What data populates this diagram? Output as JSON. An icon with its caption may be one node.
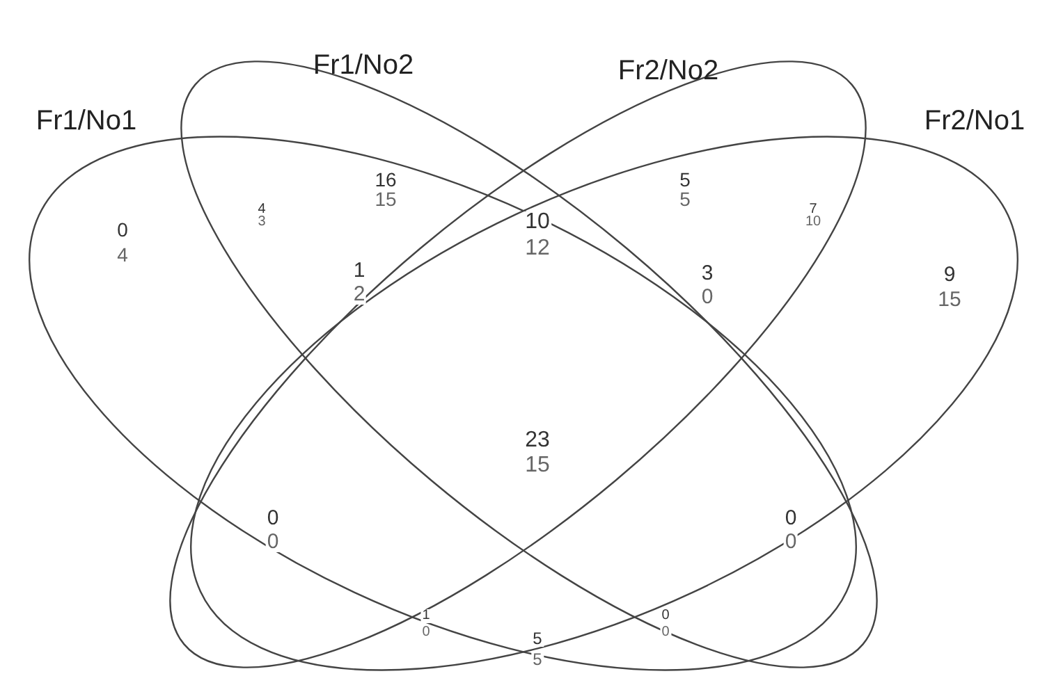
{
  "diagram": {
    "nodes": [
      {
        "text": [
          "Fr1/No1"
        ]
      },
      {
        "text": [
          "Fr1/No2"
        ]
      },
      {
        "text": [
          "Fr2/No2"
        ]
      },
      {
        "text": [
          "Fr2/No1"
        ]
      }
    ],
    "labels": [
      "16",
      "15",
      "5",
      "5",
      "4",
      "3",
      "10",
      "12",
      "7",
      "10",
      "0",
      "4",
      "1",
      "2",
      "3",
      "0",
      "9",
      "15",
      "23",
      "15",
      "0",
      "0",
      "0",
      "0",
      "1",
      "0",
      "0",
      "0",
      "5",
      "5"
    ]
  }
}
